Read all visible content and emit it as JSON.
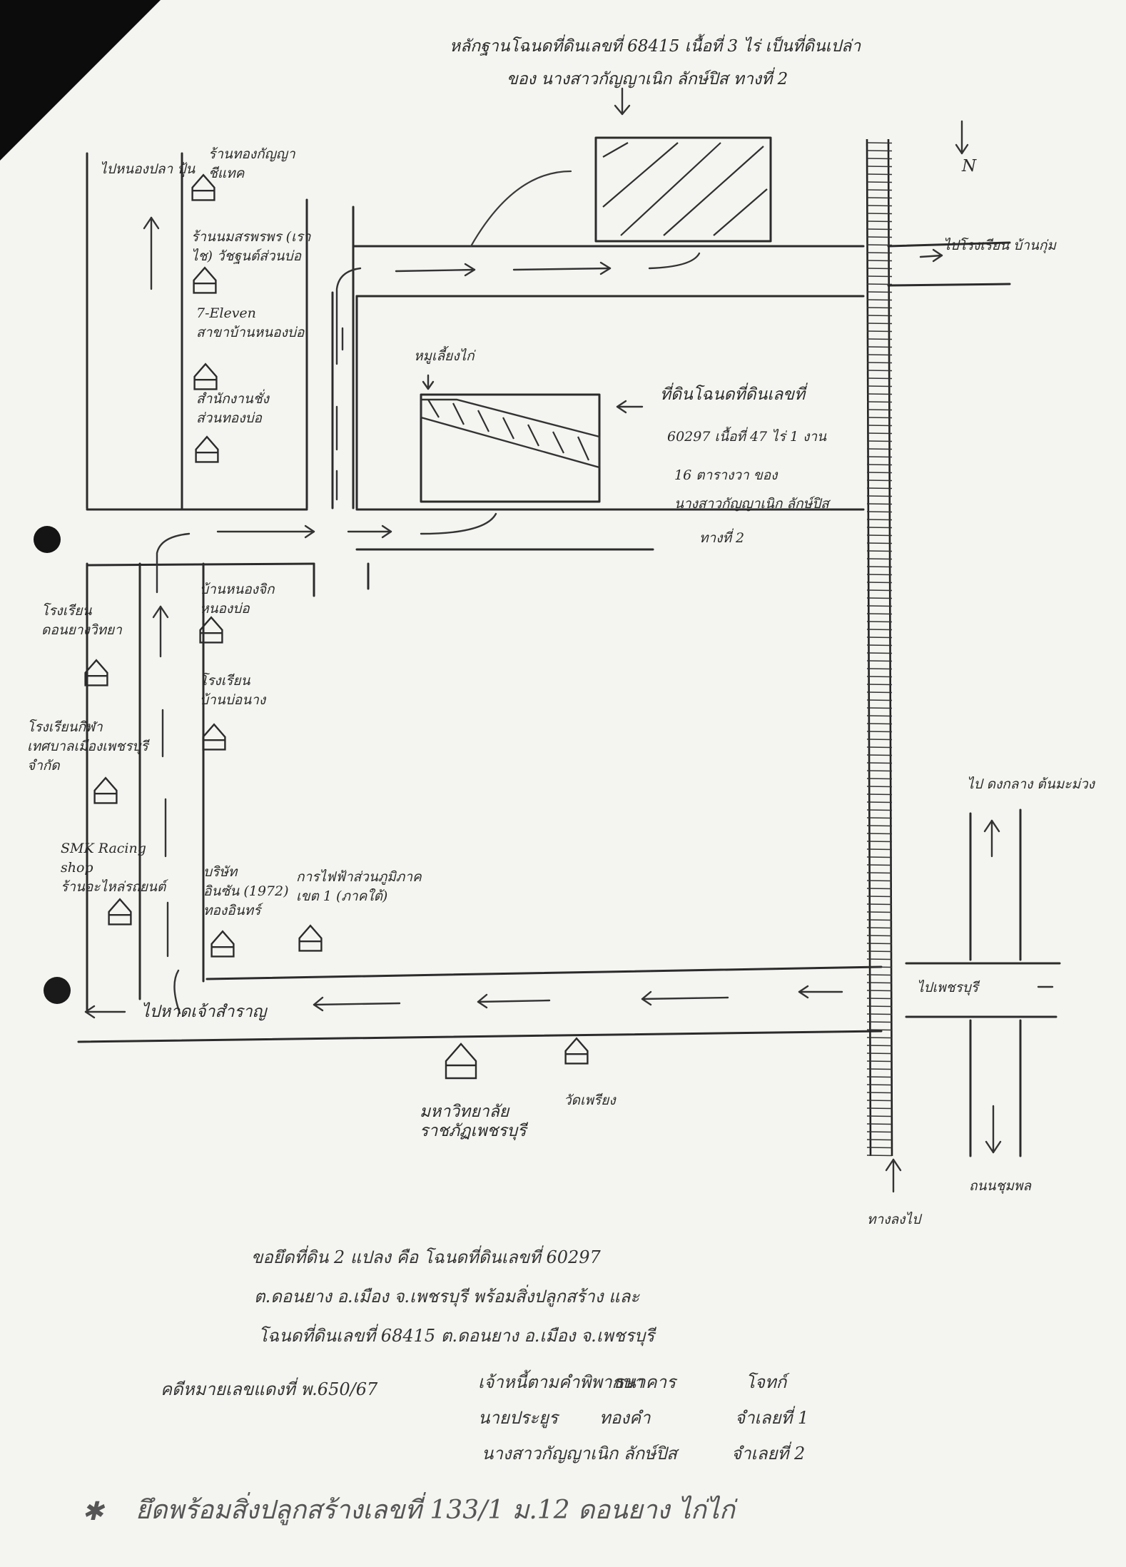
{
  "map": {
    "north_label": "N",
    "plot_68415": {
      "line1": "หลักฐานโฉนดที่ดินเลขที่ 68415 เนื้อที่ 3 ไร่ เป็นที่ดินเปล่า",
      "line2": "ของ นางสาวกัญญาเนิก ลักษ์ปิส ทางที่ 2"
    },
    "plot_60297": {
      "line1": "ที่ดินโฉนดที่ดินเลขที่",
      "line2": "60297 เนื้อที่ 47 ไร่ 1 งาน",
      "line3": "16 ตารางวา ของ",
      "line4": "นางสาวกัญญาเนิก ลักษ์ปิส",
      "line5": "ทางที่ 2"
    },
    "chicken_label": "หมูเลี้ยงไก่",
    "directions": {
      "top_left": "ไปหนองปลา ปุ้น",
      "top_right": "ไปโรงเรียน บ้านกุ่ม",
      "mid_right": "ไป ดงกลาง ต้นมะม่วง",
      "right_lower": "ไปเพชรบุรี",
      "bottom_left": "ไปหาดเจ้าสำราญ",
      "bottom_mid": "ทางลงไป",
      "bottom_right": "ถนนชุมพล"
    },
    "landmarks": {
      "shop_1": [
        "ร้านทองกัญญา",
        "ชีแทค"
      ],
      "shop_2": [
        "ร้านนมสรพรพร (เรา",
        "ไช) วัชฐนต์ส่วนบ่อ"
      ],
      "shop_3": [
        "7-Eleven",
        "สาขาบ้านหนองบ่อ"
      ],
      "shop_4": [
        "สำนักงานชั่ง",
        "ส่วนทองบ่อ"
      ],
      "moo_ban": [
        "บ้านหนองจิก",
        "หนองบ่อ"
      ],
      "school_1": [
        "โรงเรียน",
        "ดอนยางวิทยา"
      ],
      "school_2": [
        "โรงเรียน",
        "บ้านบ่อนาง"
      ],
      "school_3": [
        "โรงเรียนกีฬา",
        "เทศบาลเมืองเพชรบุรี",
        "จำกัด"
      ],
      "smk": [
        "SMK Racing",
        "shop",
        "ร้านอะไหล่รถยนต์"
      ],
      "company": [
        "บริษัท",
        "อินซัน (1972)",
        "ทองอินทร์"
      ],
      "power": [
        "การไฟฟ้าส่วนภูมิภาค",
        "เขต 1 (ภาคใต้)"
      ],
      "university": [
        "มหาวิทยาลัย",
        "ราชภัฏเพชรบุรี"
      ],
      "temple": [
        "วัดเพรียง"
      ]
    }
  },
  "description": {
    "line1": "ขอยึดที่ดิน 2 แปลง คือ โฉนดที่ดินเลขที่ 60297",
    "line2": "ต.ดอนยาง อ.เมือง จ.เพชรบุรี พร้อมสิ่งปลูกสร้าง และ",
    "line3": "โฉนดที่ดินเลขที่ 68415 ต.ดอนยาง อ.เมือง จ.เพชรบุรี",
    "line4_case": "คดีหมายเลขแดงที่ พ.650/67",
    "line4_role": "เจ้าหนี้ตามคำพิพากษา",
    "line4_name": "ธนาคาร",
    "line4_party": "โจทก์",
    "line5_role": "นายประยูร",
    "line5_name": "ทองคำ",
    "line5_party": "จำเลยที่ 1",
    "line6_name": "นางสาวกัญญาเนิก ลักษ์ปิส",
    "line6_party": "จำเลยที่ 2",
    "footer": "ยึดพร้อมสิ่งปลูกสร้างเลขที่ 133/1 ม.12 ดอนยาง ไก่ไก่"
  }
}
